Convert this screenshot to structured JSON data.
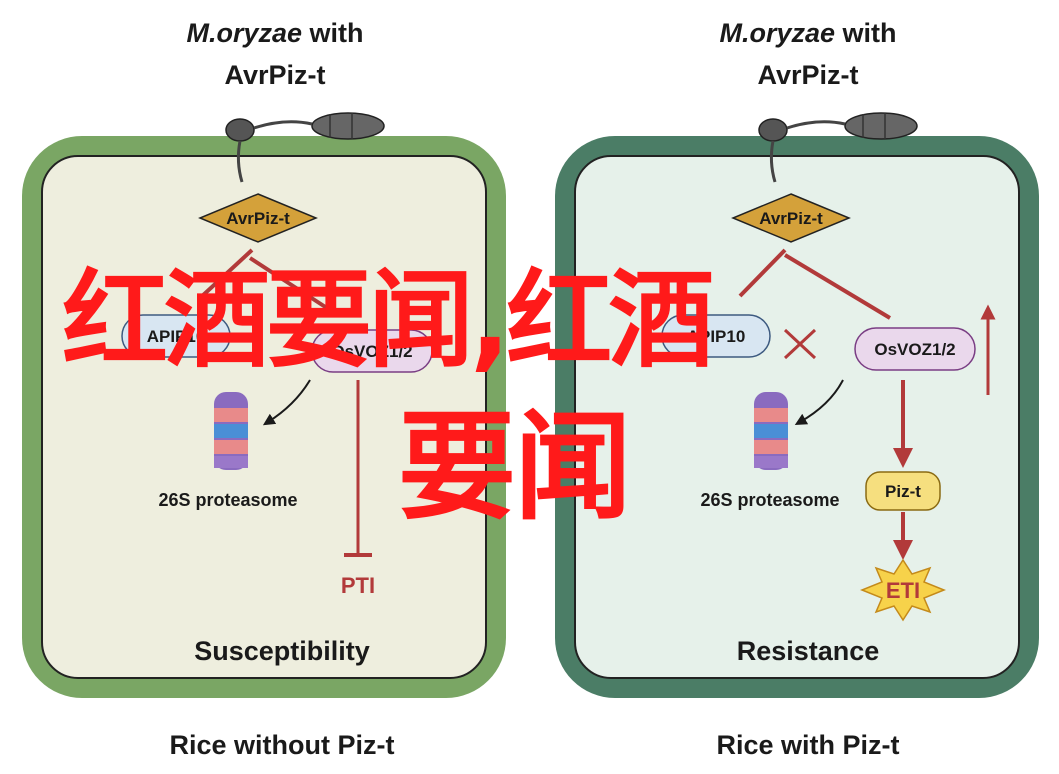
{
  "colors": {
    "left_border": "#7aa664",
    "right_border": "#4b7d66",
    "left_fill": "#eeeede",
    "right_fill": "#e6f1ea",
    "effector_fill": "#d4a13a",
    "inhibit_red": "#b23a3a",
    "apip_fill": "#d8e6f2",
    "osvoz_fill": "#ead8ec",
    "piz_fill": "#f6df7f",
    "eti_fill": "#f7d24a",
    "watermark": "#ff1a1a"
  },
  "left_panel": {
    "title_italic": "M.oryzae",
    "title_rest": " with",
    "title_line2": "AvrPiz-t",
    "effector": "AvrPiz-t",
    "apip": "APIP10",
    "osvoz": "OsVOZ1/2",
    "proteasome": "26S proteasome",
    "pti": "PTI",
    "outcome": "Susceptibility",
    "caption": "Rice without Piz-t"
  },
  "right_panel": {
    "title_italic": "M.oryzae",
    "title_rest": " with",
    "title_line2": "AvrPiz-t",
    "effector": "AvrPiz-t",
    "apip": "APIP10",
    "osvoz": "OsVOZ1/2",
    "proteasome": "26S proteasome",
    "piz": "Piz-t",
    "eti": "ETI",
    "outcome": "Resistance",
    "caption": "Rice with Piz-t"
  },
  "watermark": {
    "line1": "红酒要闻,红酒",
    "line2": "要闻"
  }
}
